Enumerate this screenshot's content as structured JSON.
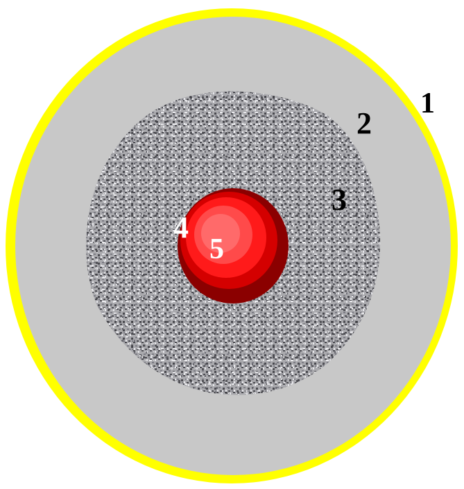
{
  "diagram": {
    "layers": [
      {
        "id": "1",
        "label": "1",
        "fill": "#ffff00"
      },
      {
        "id": "2",
        "label": "2",
        "fill": "#c8c8c8"
      },
      {
        "id": "3",
        "label": "3",
        "fill": "#a9a9ad"
      },
      {
        "id": "4",
        "label": "4",
        "fill": "#8b0000"
      },
      {
        "id": "5",
        "label": "5",
        "fill": "#ff1a1a"
      }
    ],
    "colors": {
      "speckle_dark": "#4a4a50",
      "speckle_mid": "#7c7c84",
      "speckle_light": "#e6e6ea",
      "label_dark": "#000000",
      "label_light": "#ffffff"
    }
  }
}
